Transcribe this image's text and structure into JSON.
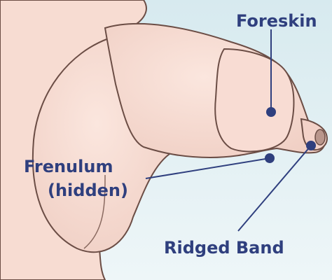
{
  "labels": {
    "foreskin": "Foreskin",
    "frenulum_line1": "Frenulum",
    "frenulum_line2": "(hidden)",
    "ridged_band": "Ridged Band"
  },
  "colors": {
    "background": "#e3f0f3",
    "skin": "#f6d9cf",
    "outline": "#6b4d45",
    "label_text": "#2f3f7e",
    "leader_line": "#2f3f7e"
  }
}
